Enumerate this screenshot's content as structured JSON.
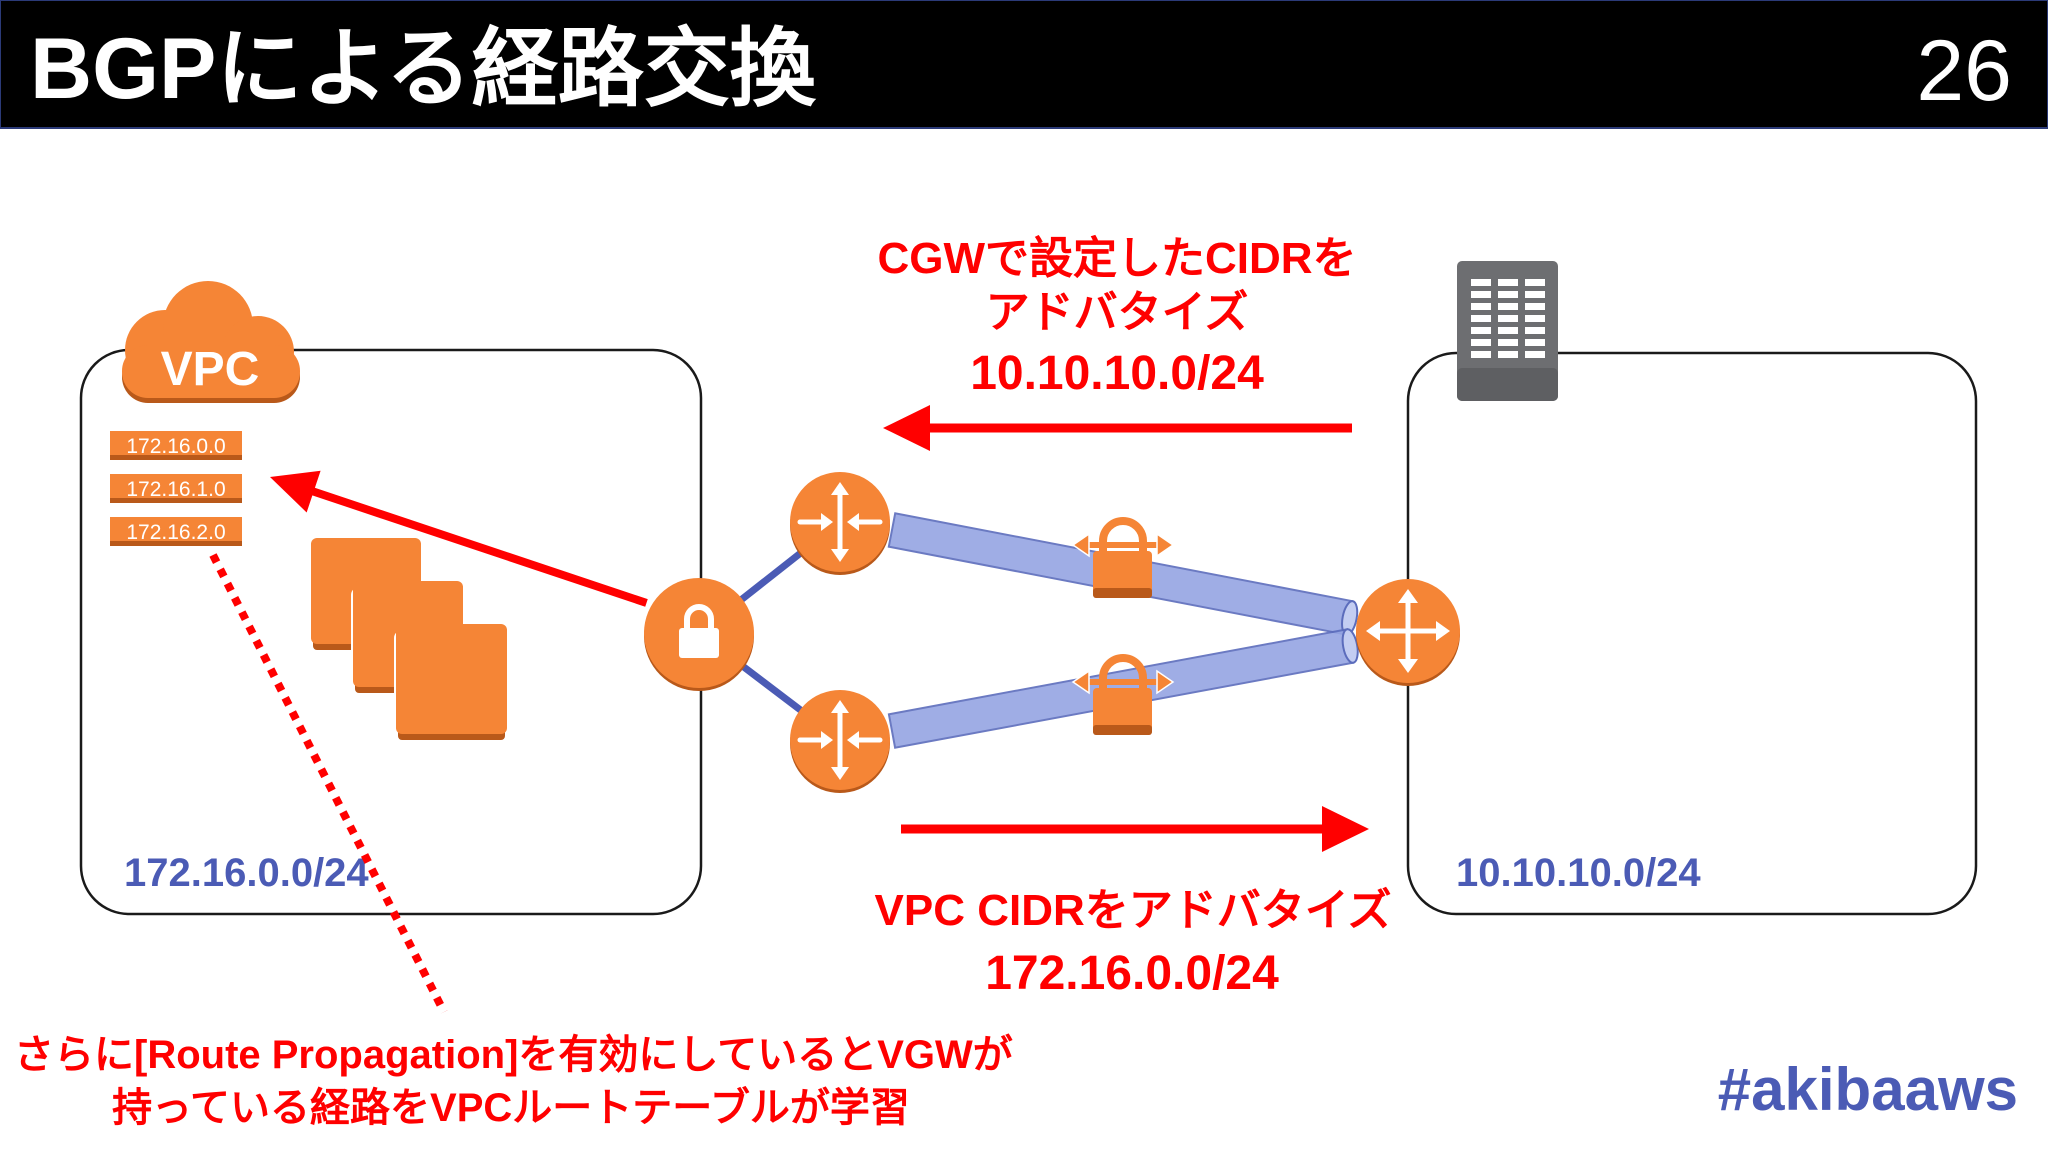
{
  "header": {
    "title": "BGPによる経路交換",
    "page_number": "26"
  },
  "vpc": {
    "icon_label": "VPC",
    "subnets": [
      "172.16.0.0",
      "172.16.1.0",
      "172.16.2.0"
    ],
    "cidr": "172.16.0.0/24"
  },
  "on_premises": {
    "cidr": "10.10.10.0/24"
  },
  "advertise_to_vpc": {
    "line1": "CGWで設定したCIDRを",
    "line2": "アドバタイズ",
    "line3": "10.10.10.0/24"
  },
  "advertise_to_onprem": {
    "line1": "VPC CIDRをアドバタイズ",
    "line2": "172.16.0.0/24"
  },
  "note": {
    "line1": "さらに[Route Propagation]を有効にしているとVGWが",
    "line2": "持っている経路をVPCルートテーブルが学習"
  },
  "hashtag": "#akibaaws",
  "icons": {
    "vpc": "cloud-icon",
    "subnet": "subnet-icon",
    "instances": "instance-stack-icon",
    "virtual_private_gateway": "vgw-lock-icon",
    "vpn_router": "router-icon",
    "customer_gateway": "customer-gateway-icon",
    "corporate_datacenter": "building-icon",
    "vpn_tunnel_lock": "padlock-icon",
    "route_arrow": "arrow-icon"
  },
  "colors": {
    "header_bg": "#000000",
    "header_text": "#ffffff",
    "accent_red": "#ff0000",
    "aws_orange": "#f58536",
    "aws_orange_dark": "#b9591a",
    "label_blue": "#4b5bb5",
    "tunnel_blue": "#95a5e3",
    "building_gray": "#6d6e71"
  }
}
